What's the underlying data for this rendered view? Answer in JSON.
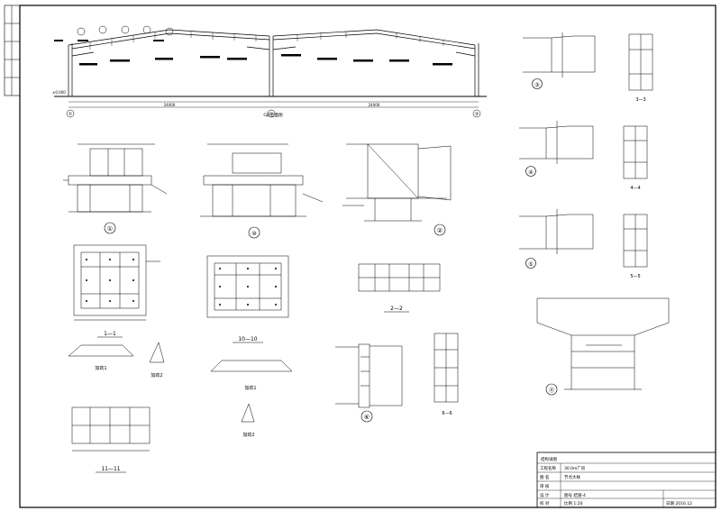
{
  "title_block": {
    "header": "结构详图",
    "rows": [
      {
        "label": "工程名称",
        "value": "30.0m厂房"
      },
      {
        "label": "图  名",
        "value": "节点大样"
      },
      {
        "label": "审  核",
        "value": ""
      },
      {
        "label": "设  计",
        "value": "图号 结施-4"
      },
      {
        "label": "校  对",
        "value": "比例 1:20"
      }
    ],
    "date_label": "日期 2016.12"
  },
  "elevation": {
    "left_level": "±0.000",
    "total_span_left": "24000",
    "total_span_right": "24000",
    "axis_labels": [
      "①",
      "②",
      "③"
    ],
    "center_caption": "GJ1立面图"
  },
  "detail_labels": {
    "d1": "①",
    "d2": "②",
    "d3": "③",
    "d4": "④",
    "d5": "⑤",
    "d6": "⑥",
    "d10": "⑩",
    "d11": "⑪",
    "s11": "1—1",
    "s22": "2—2",
    "s33": "3—3",
    "s44": "4—4",
    "s55": "5—5",
    "s66": "6—6",
    "s1010": "10—10",
    "s1111": "11—11",
    "jia1": "加劲1",
    "jia2": "加劲2",
    "jia3": "加劲1",
    "jia4": "加劲2"
  }
}
